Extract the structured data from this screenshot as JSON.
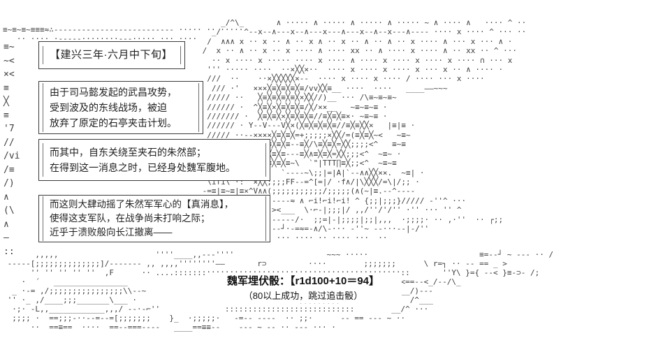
{
  "boxes": {
    "era": {
      "lines": [
        "【建兴三年·六月中下旬】"
      ]
    },
    "n1": {
      "lines": [
        "由于司马懿发起的武昌攻势，",
        "受到波及的东线战场，被迫",
        "放弃了原定的石亭夹击计划。"
      ]
    },
    "n2": {
      "lines": [
        "而其中，自东关绕至夹石的朱然部；",
        "在得到这一消息之时，已经身处魏军腹地。"
      ]
    },
    "n3": {
      "lines": [
        "而这则大肆动摇了朱然军军心的【真消息】，",
        "使得这支军队，在战争尚未打响之际；",
        "近乎于溃败般向长江撤离——"
      ]
    }
  },
  "dice": {
    "line1": "魏军埋伏骰：【r1d100+10＝94】",
    "line2": "（80以上成功，跳过追击骰）"
  },
  "colors": {
    "ink": "#1e1e1e",
    "art": "#3d3d3d",
    "background": "#ffffff"
  },
  "ascii_art": {
    "top_left": [
      "≡~≡~≡~≡≡≡≈∴-------------------------- ····· ·· ·····",
      "   ·· ···· ·-----········---····· ··· ····"
    ],
    "left_column": [
      "≡~",
      "~<",
      "×<",
      "≡",
      "╳",
      "≡",
      "'7",
      "//",
      "/vi",
      "/≡",
      "/)",
      "∧",
      "(\\",
      "∧",
      "—",
      "::"
    ],
    "right_field": [
      "     _/^\\_       ∧ ····· ∧ ····· ∧ ····· ∧ ····· ~ ∧ ···· ∧   ···· ^ ··",
      "   _/     ^--x--∧---x--∧---x---∧---x--∧--x---∧---- ···· x ···· ^ ··· ··",
      "  /  ∧∧∧ x ·· x ·· ∧ ·· x ∧ ·· x ·· ∧ ·· ∧ ·· x ···· ∧ ··· x ··· ∧ ·",
      " /  x ·· ∧ ·· x ·· x ···· ∧ ···· xx ·· ∧ ···· x ···· ∧ ·· xx ·· ^ ···",
      "   ·· x ···· x ····· ···· x ···· ∧ ···· x ···· x ···· x ···· ∩ ··· x",
      "  ''' ····· ····  ··×╳╳×··  ···· x ···· x ···· x ··· x ·· ∧ ···· ·",
      "  ///  ··    ··×╳╳╳╳╳×--  ···· x ···· x ···· / ···· ··· x ····",
      "   /// ·'   ×××╳≡╳≡╳≡╳≡/vv╳╳≡__ ····  ····   ____——~~~",
      "  ///// ··   ╳≡╳≡╳≡╳≡╳×╳╳//)__ ··· /\\≡~≡~≡~",
      "  ////// ·  ^╳≡╳×╳≡╳≡╳≡/╳/××__   ~≡~≡~≡ ·",
      "  /////// ·  ╳≡╳≡╳×╳≡╳≡╳≡//≡╳≡╳≡×· ~≡~≡ ·",
      "  ////// · Y--V---V╳×(╳≡╳≡╳≡╳≡//≡╳≡╳╳×   |≡|≡ ·",
      "  ///// ··--××××╳≡╳≡╳=+;;;;;×╳╳/=(≡╳≡╳~<   ~≡~",
      "  //// ··:  ╳≡╳≡╳≡╳≡--≡╳/\\≡╳≡╳=╳╳;;;;<^   ≡~≡",
      "  /// ·:·  ╳≡╳≡╳≡╳≡---≡╳∧≡╳≡╳=╳╳;;;<^  ~≡~ ·",
      "  // ··:· `\"^\"⊃≡╳≡╳≡~\\  `\"|TTT∏≡╳;;<^  ~≡~≡",
      "  / ·:··  ×╳FF''  `----~\\;;|=|A|`--∧∧╳╳××.  ~≡| ·",
      "  \\ifi\\ ·:  ×╳╳;;;;FF--=^[=|/ ·f∧/|\\╳╳╳/=\\|/;; ·",
      " -=≡|≡~≡|≡×^V∧∧(;;;;;;;;;;;/;;;;;(∧(~|≡.--^----",
      "  ''~''//--┐····----≈ ∧ ⌐i!⌐i!⌐i! ^ {;;|;;;}///// -''^ ···",
      "  \\_    -- -- ≈·><___  \\·⌐-|;;;|/ ,,/''/'/'' ·'' ··· '' ^",
      " ········------------/·  ;;=|-|;;;;|;;|,,,  ·;;;;· ·· ,·''  ·· ┌;;",
      "   ,, ·······   --┘·-=≈=-∧/\\-··· -''~ --···--|-/''",
      "    · ····  ···· ··· ···· ·· ···· ···  ··",
      ""
    ],
    "bottom_field": [
      "       ,,,,,                     ''''____,,---''''                    ~~~ ·····                        ≡=--┘ ~ --- ·· /",
      " -----[;;;;;;;;;;;;;;]/------- ,, ,,,,''''''''——       r⊃         ····        ;;;;;;;      \\ r=┐ ·· -- == _ >",
      "      '' '' '' '' ''  ,F      ·· ....:::::::::::::::::::::::::::::::::::::::::::::::::::       ''Y\\ }={ --< }≡-⊃- /;",
      "    ·  ´   ________________                                               ''''⊃/'')>--<==--<_/--/\\_",
      "  _ ·-= ,/;;;;;;;;;;;;;;;;\\\\--~                                     -t⊃<t⊃--< r-t r--┐__/)---",
      " '' ·_ ,/____;;;_______\\___ ·                                   ;;;;;;;;;   >--<  ''''  /^___",
      "  ·;· -L,,____________,,,/ --·-⌐''              ::::::::::::::::::::::::::::        __/^ ···",
      "  ;;;; ·  ==;;;-··--=--=[;;;;;;;    }_  ·;;;;;·   -=-- ----  ·· ;;·      -- == --- ~ ··",
      "      ··  ==≡==  ····  ==--===----   ____==≡≡--    --- ~ -- ·· --- ··· ·"
    ]
  }
}
